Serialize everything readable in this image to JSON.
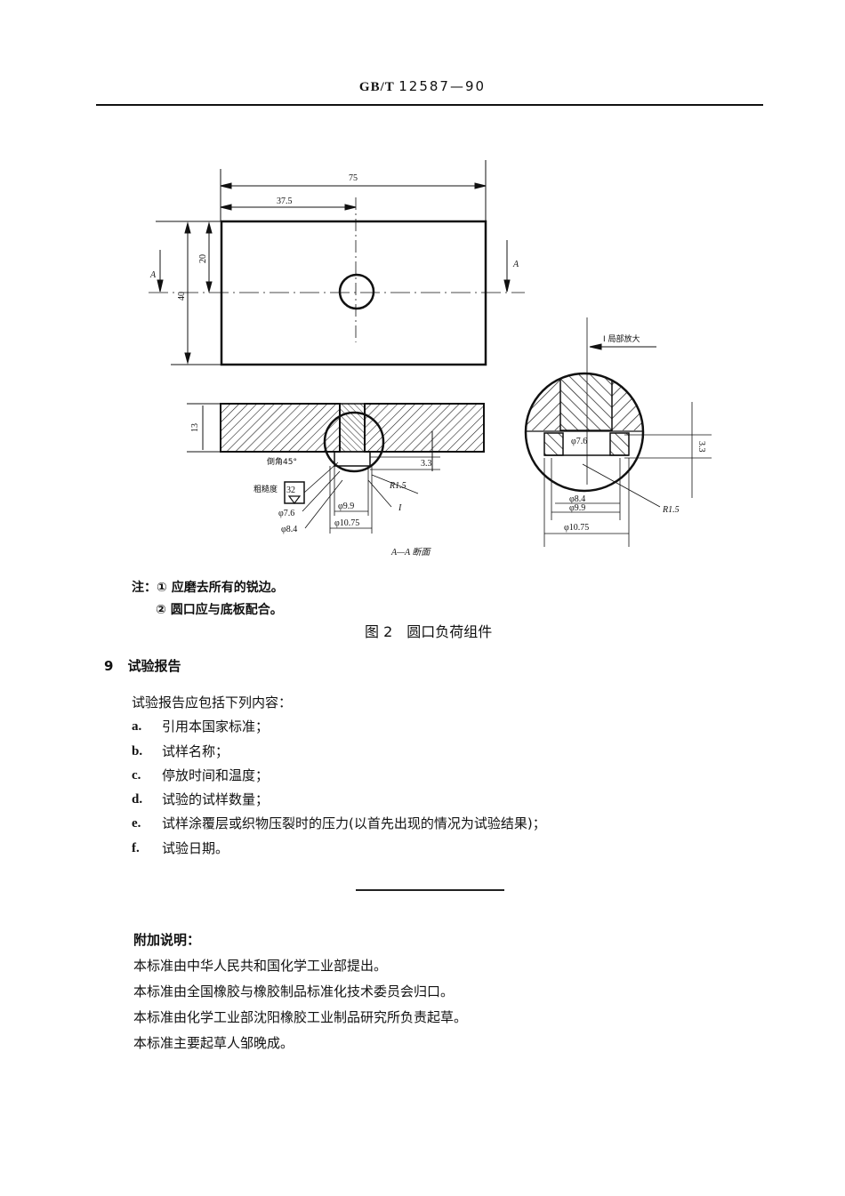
{
  "header": {
    "prefix": "GB/T",
    "number": "12587—90"
  },
  "figure": {
    "plan_view": {
      "dims": {
        "total_width": "75",
        "half_width": "37.5",
        "height": "40",
        "half_height": "20"
      },
      "section_marks": [
        "A",
        "A"
      ]
    },
    "section_view": {
      "dims": {
        "thickness": "13",
        "depth": "3.3",
        "radius": "R1.5",
        "d1": "φ9.9",
        "d2": "φ10.75",
        "d3": "φ7.6",
        "d4": "φ8.4"
      },
      "chamfer_label": "倒角45°",
      "roughness_label": "粗糙度",
      "roughness_value": "32",
      "detail_ref": "I",
      "title": "A—A 断面"
    },
    "detail_view": {
      "title": "I 局部放大",
      "dims": {
        "d_inner": "φ7.6",
        "d_a": "φ8.4",
        "d_b": "φ9.9",
        "d_outer": "φ10.75",
        "depth": "3.3",
        "radius": "R1.5"
      }
    }
  },
  "notes": {
    "prefix": "注：",
    "items": [
      "① 应磨去所有的锐边。",
      "② 圆口应与底板配合。"
    ]
  },
  "caption": {
    "number": "图 2",
    "title": "圆口负荷组件"
  },
  "section9": {
    "number": "9",
    "title": "试验报告",
    "intro": "试验报告应包括下列内容：",
    "items": [
      {
        "label": "a.",
        "text": "引用本国家标准；"
      },
      {
        "label": "b.",
        "text": "试样名称；"
      },
      {
        "label": "c.",
        "text": "停放时间和温度；"
      },
      {
        "label": "d.",
        "text": "试验的试样数量；"
      },
      {
        "label": "e.",
        "text": "试样涂覆层或织物压裂时的压力(以首先出现的情况为试验结果)；"
      },
      {
        "label": "f.",
        "text": "试验日期。"
      }
    ]
  },
  "additional": {
    "title": "附加说明：",
    "lines": [
      "本标准由中华人民共和国化学工业部提出。",
      "本标准由全国橡胶与橡胶制品标准化技术委员会归口。",
      "本标准由化学工业部沈阳橡胶工业制品研究所负责起草。",
      "本标准主要起草人邹晚成。"
    ]
  }
}
